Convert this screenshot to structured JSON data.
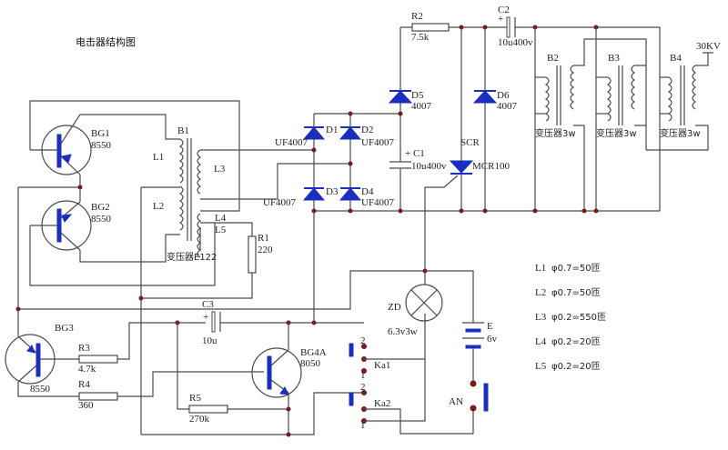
{
  "title": "电击器结构图",
  "colors": {
    "component_fill": "#1a2fbf",
    "junction": "#7a1a1a",
    "wire": "#4a4a4a"
  },
  "labels": {
    "BG1": "BG1",
    "BG1_val": "8550",
    "BG2": "BG2",
    "BG2_val": "8550",
    "BG3": "BG3",
    "BG3_val": "8550",
    "BG4A": "BG4A",
    "BG4A_val": "8050",
    "B1": "B1",
    "L1": "L1",
    "L2": "L2",
    "L3": "L3",
    "L4": "L4",
    "L5": "L5",
    "B1_type": "变压器E122",
    "R1": "R1",
    "R1_val": "220",
    "R2": "R2",
    "R2_val": "7.5k",
    "R3": "R3",
    "R3_val": "4.7k",
    "R4": "R4",
    "R4_val": "360",
    "R5": "R5",
    "R5_val": "270k",
    "C1": "+ C1",
    "C1_val": "10u400v",
    "C2": "C2",
    "C2_val": "10u400v",
    "C3": "C3",
    "C3_val": "10u",
    "D1": "D1",
    "D2": "D2",
    "D3": "D3",
    "D4": "D4",
    "D1_val": "UF4007",
    "D2_val": "UF4007",
    "D3_val": "UF4007",
    "D4_val": "UF4007",
    "D5": "D5",
    "D5_val": "4007",
    "D6": "D6",
    "D6_val": "4007",
    "SCR": "SCR",
    "SCR_val": "MCR100",
    "B2": "B2",
    "B3": "B3",
    "B4": "B4",
    "B2_type": "变压器3w",
    "B3_type": "变压器3w",
    "B4_type": "变压器3w",
    "HV": "30KV",
    "ZD": "ZD",
    "ZD_val": "6.3v3w",
    "E": "E",
    "E_val": "6v",
    "Ka1": "Ka1",
    "Ka2": "Ka2",
    "AN": "AN",
    "relay_pin_2a": "2",
    "relay_pin_1a": "1",
    "relay_pin_2b": "2",
    "relay_pin_1b": "1"
  },
  "legend": [
    {
      "coil": "L1",
      "spec": "φ0.7=50匝"
    },
    {
      "coil": "L2",
      "spec": "φ0.7=50匝"
    },
    {
      "coil": "L3",
      "spec": "φ0.2=550匝"
    },
    {
      "coil": "L4",
      "spec": "φ0.2=20匝"
    },
    {
      "coil": "L5",
      "spec": "φ0.2=20匝"
    }
  ]
}
